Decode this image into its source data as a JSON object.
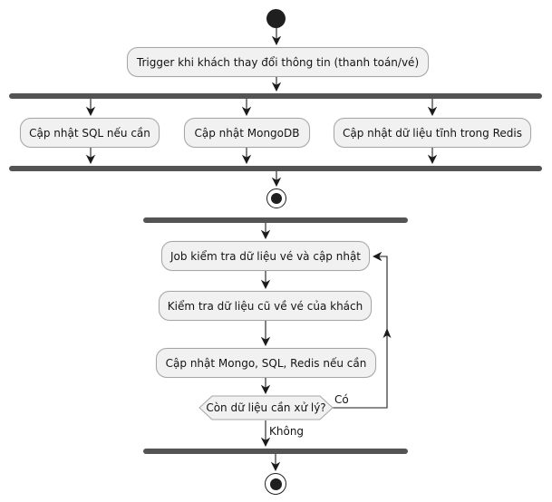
{
  "diagram": {
    "type": "activity-diagram",
    "flow1": {
      "trigger": "Trigger khi khách thay đổi thông tin (thanh toán/vé)",
      "branches": [
        "Cập nhật SQL nếu cần",
        "Cập nhật MongoDB",
        "Cập nhật dữ liệu tĩnh trong Redis"
      ]
    },
    "flow2": {
      "steps": [
        "Job kiểm tra dữ liệu vé và cập nhật",
        "Kiểm tra dữ liệu cũ về vé của khách",
        "Cập nhật Mongo, SQL, Redis nếu cần"
      ],
      "decision": "Còn dữ liệu cần xử lý?",
      "yes_label": "Có",
      "no_label": "Không"
    },
    "colors": {
      "activity_fill": "#f1f1f1",
      "activity_border": "#a6a6a6",
      "sync_bar": "#545454",
      "line": "#1b1b1b",
      "text": "#141414",
      "background": "#ffffff"
    }
  }
}
